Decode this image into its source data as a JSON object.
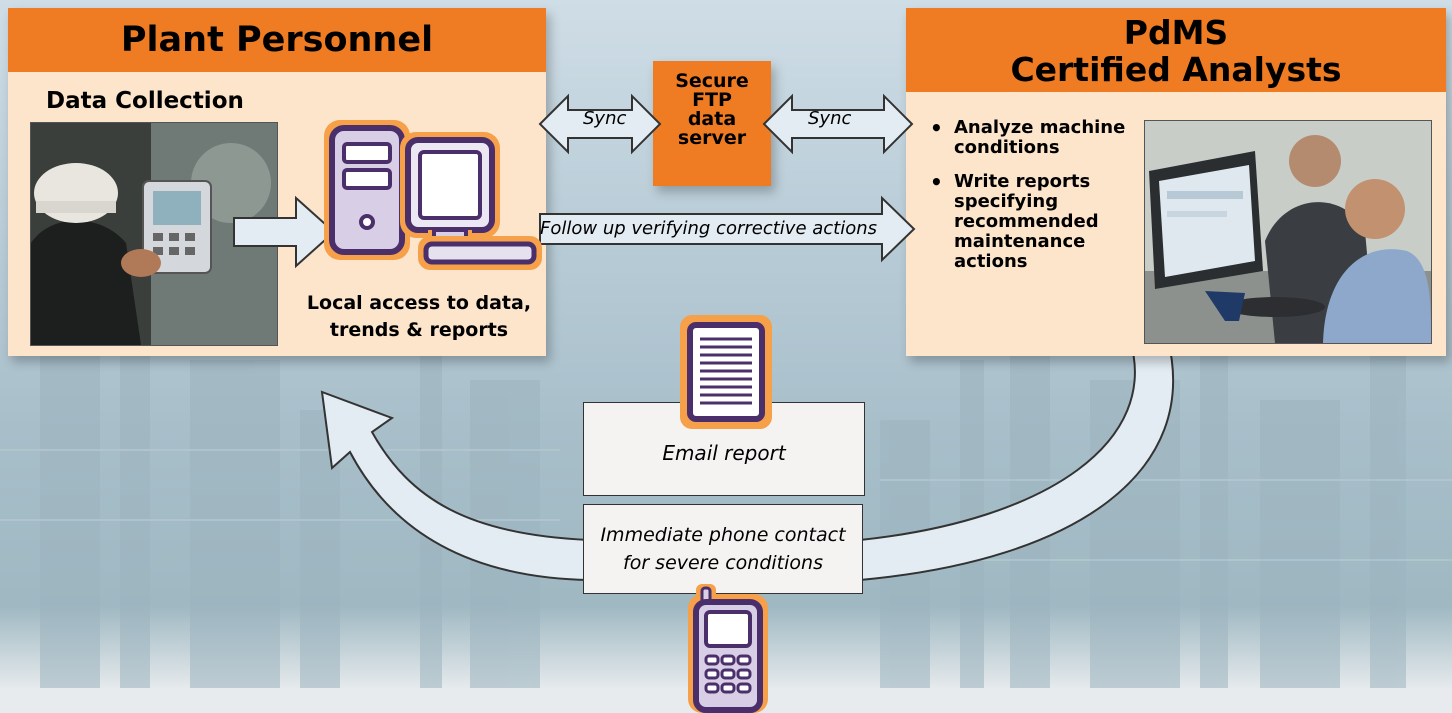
{
  "plant": {
    "title": "Plant Personnel",
    "data_collection": "Data Collection",
    "local_access_line1": "Local access to data,",
    "local_access_line2": "trends & reports"
  },
  "ftp": {
    "line1": "Secure",
    "line2": "FTP",
    "line3": "data",
    "line4": "server"
  },
  "pdms": {
    "title_line1": "PdMS",
    "title_line2": "Certified Analysts",
    "bullets": [
      "Analyze machine conditions",
      "Write reports specifying recommended maintenance actions"
    ]
  },
  "flows": {
    "sync_left": "Sync",
    "sync_right": "Sync",
    "follow_up": "Follow up verifying corrective actions",
    "email": "Email report",
    "phone_line1": "Immediate phone contact",
    "phone_line2": "for severe conditions"
  },
  "icons": {
    "computer": "desktop-computer-icon",
    "report": "document-report-icon",
    "phone": "mobile-phone-icon",
    "field_photo": "technician-field-photo",
    "analyst_photo": "analysts-at-computer-photo"
  },
  "colors": {
    "header_orange": "#ef7c22",
    "panel_peach": "#fde5cc",
    "icon_purple": "#5a3c7a",
    "arrow_fill": "#e3ecf3"
  }
}
